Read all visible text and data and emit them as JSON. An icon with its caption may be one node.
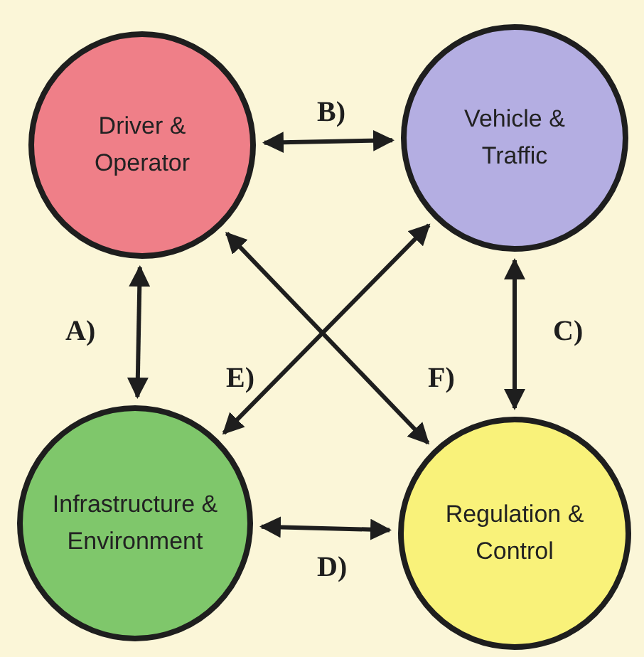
{
  "diagram": {
    "nodes": [
      {
        "text": [
          "Driver & Operator"
        ]
      },
      {
        "text": [
          "Vehicle & Traffic"
        ]
      },
      {
        "text": [
          "Infrastructure & Environment"
        ]
      },
      {
        "text": [
          "Regulation & Control"
        ]
      }
    ],
    "edges": [
      {
        "from": 0,
        "to": 2,
        "arrow": "both",
        "label": "A)"
      },
      {
        "from": 0,
        "to": 1,
        "arrow": "both",
        "label": "B)"
      },
      {
        "from": 1,
        "to": 3,
        "arrow": "both",
        "label": "C)"
      },
      {
        "from": 2,
        "to": 3,
        "arrow": "both",
        "label": "D)"
      },
      {
        "from": 1,
        "to": 2,
        "arrow": "both",
        "label": "E)"
      },
      {
        "from": 0,
        "to": 3,
        "arrow": "both",
        "label": "F)"
      }
    ]
  }
}
